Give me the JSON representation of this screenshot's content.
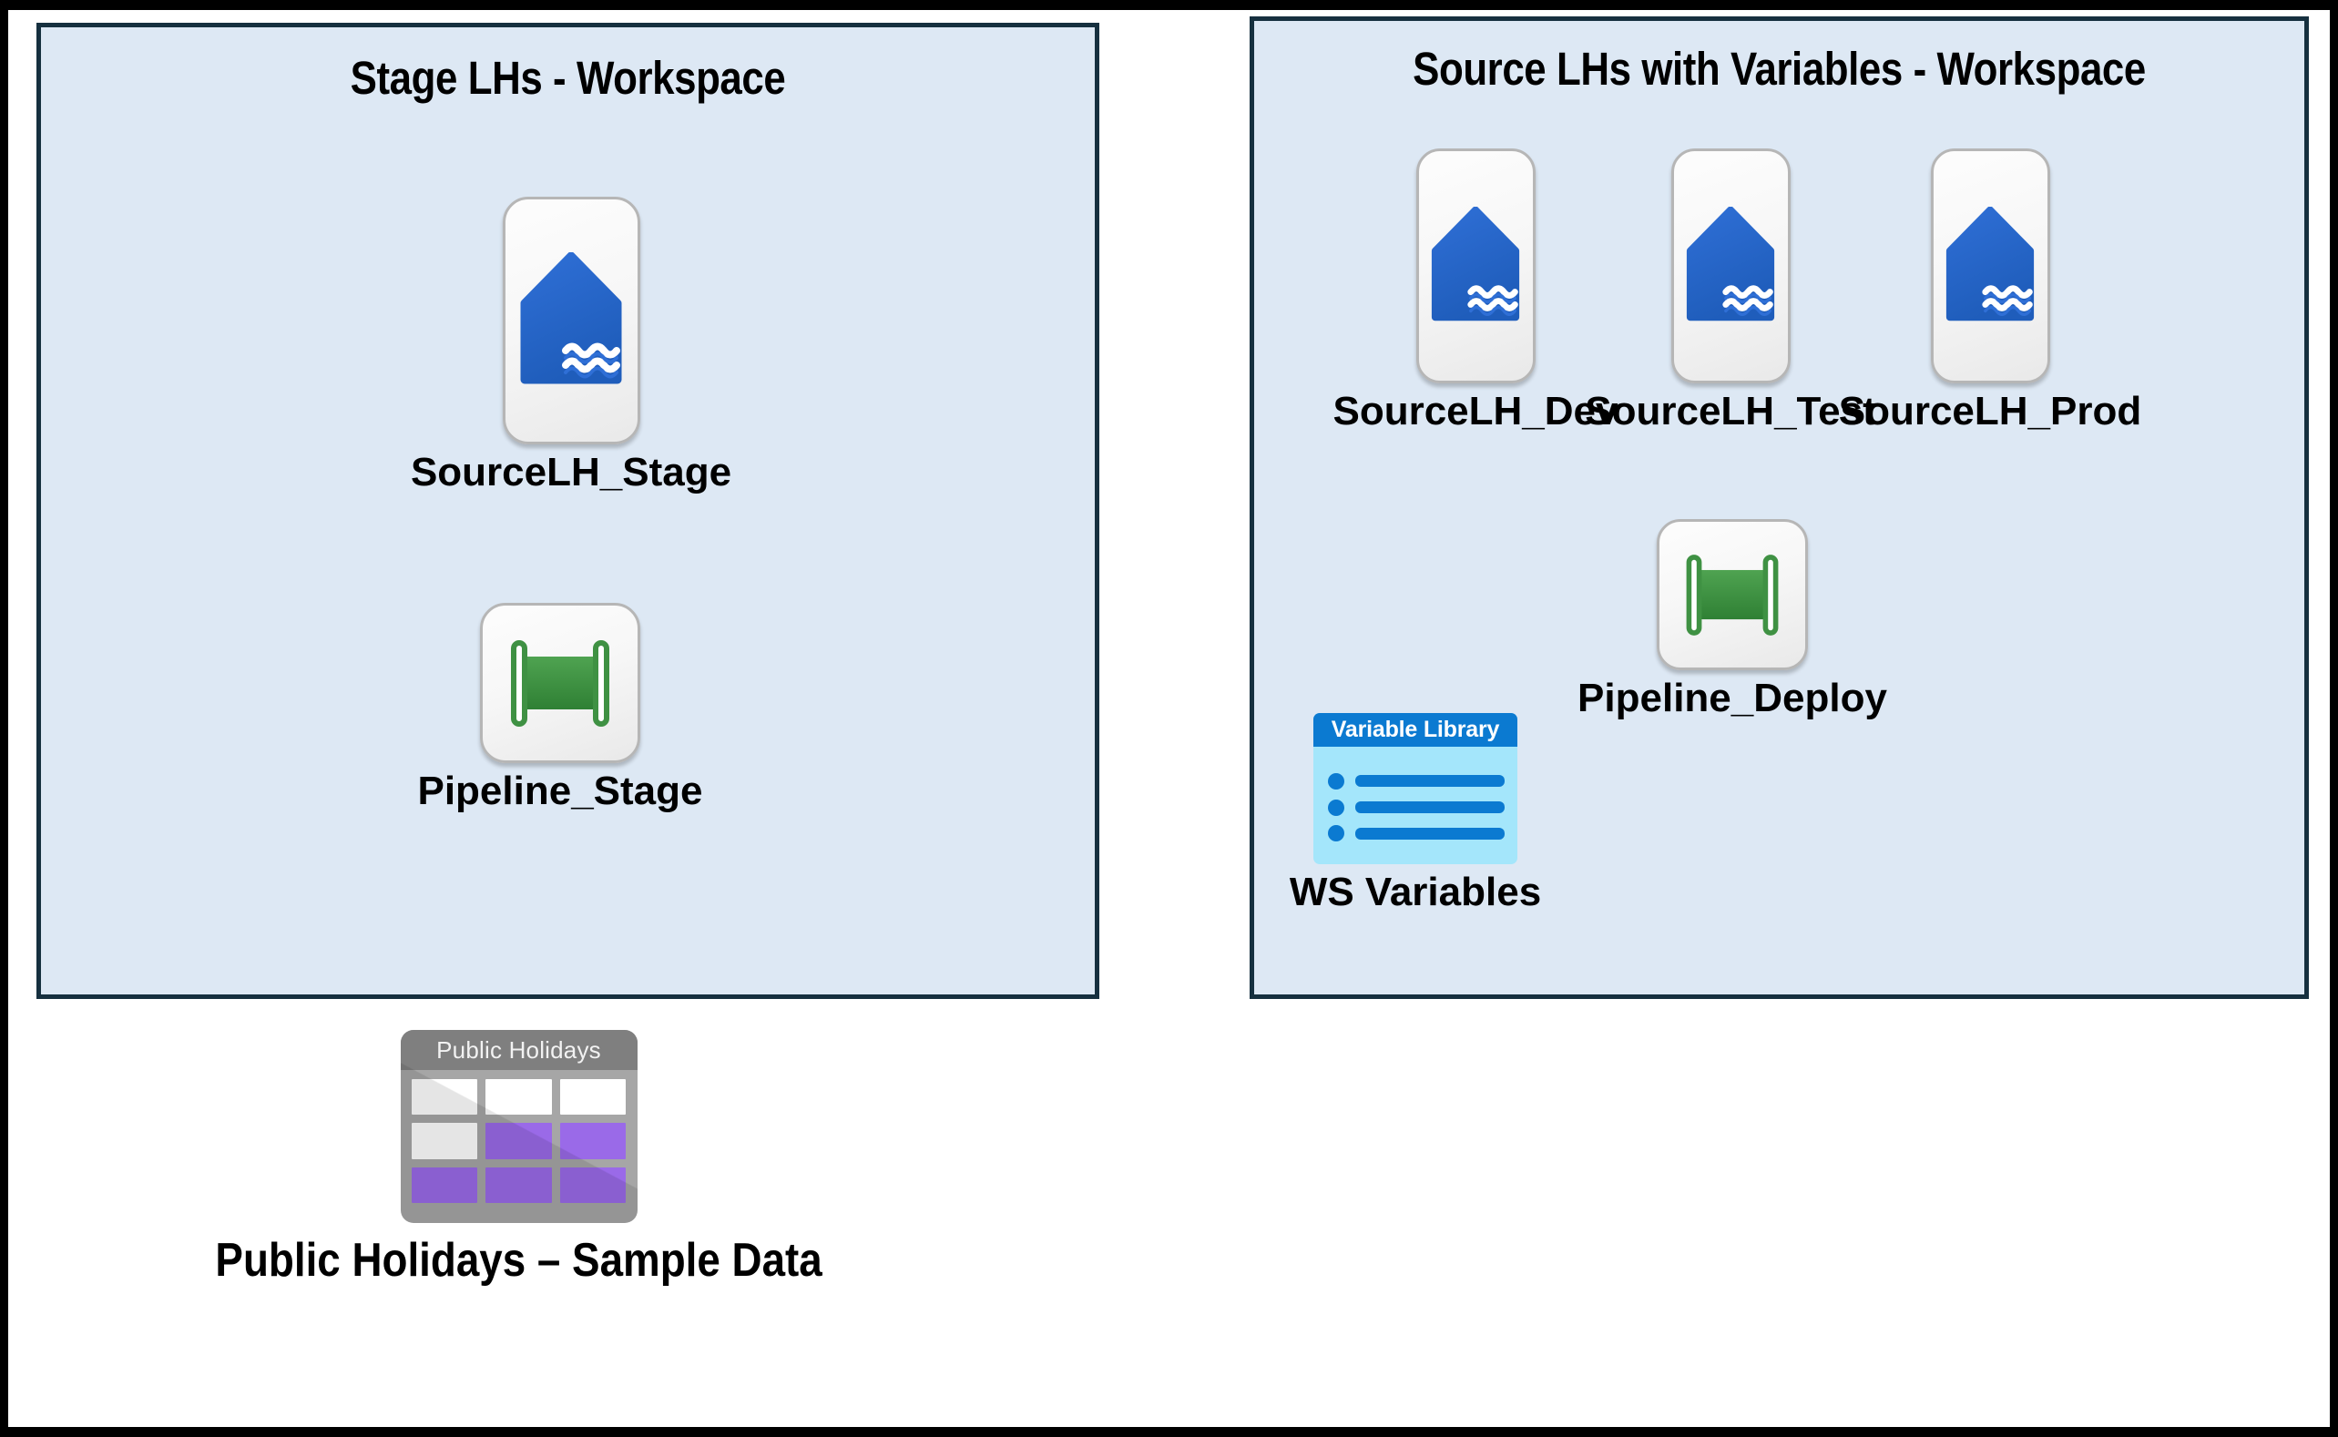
{
  "diagram": {
    "background_color": "#ffffff",
    "outer_border_color": "#000000",
    "panel_fill": "#dde8f4",
    "panel_border": "#16303f",
    "accent_blue": "#2b6ad0",
    "accent_green": "#3f9143",
    "accent_purple": "#9a6ae8",
    "variable_header_blue": "#0b7ad1",
    "variable_body_blue": "#a4e6fb",
    "table_grey": "#a6a6a6"
  },
  "panels": [
    {
      "id": "stage",
      "title": "Stage LHs - Workspace",
      "items": [
        {
          "id": "sourcelh-stage",
          "label": "SourceLH_Stage",
          "icon": "lakehouse-icon"
        },
        {
          "id": "pipeline-stage",
          "label": "Pipeline_Stage",
          "icon": "pipeline-icon"
        }
      ]
    },
    {
      "id": "source",
      "title": "Source LHs with Variables - Workspace",
      "items": [
        {
          "id": "sourcelh-dev",
          "label": "SourceLH_Dev",
          "icon": "lakehouse-icon"
        },
        {
          "id": "sourcelh-test",
          "label": "SourceLH_Test",
          "icon": "lakehouse-icon"
        },
        {
          "id": "sourcelh-prod",
          "label": "SourceLH_Prod",
          "icon": "lakehouse-icon"
        },
        {
          "id": "pipeline-deploy",
          "label": "Pipeline_Deploy",
          "icon": "pipeline-icon"
        },
        {
          "id": "ws-variables",
          "label": "WS Variables",
          "icon": "variable-library-icon",
          "card_header": "Variable Library",
          "rows": 3
        }
      ]
    }
  ],
  "standalone": {
    "id": "public-holidays",
    "label": "Public Holidays – Sample Data",
    "icon": "table-icon",
    "card_header": "Public Holidays",
    "grid": {
      "columns": 3,
      "rows": 3,
      "cells": [
        [
          "white",
          "white",
          "white"
        ],
        [
          "white",
          "purple",
          "purple"
        ],
        [
          "purple",
          "purple",
          "purple"
        ]
      ]
    }
  }
}
